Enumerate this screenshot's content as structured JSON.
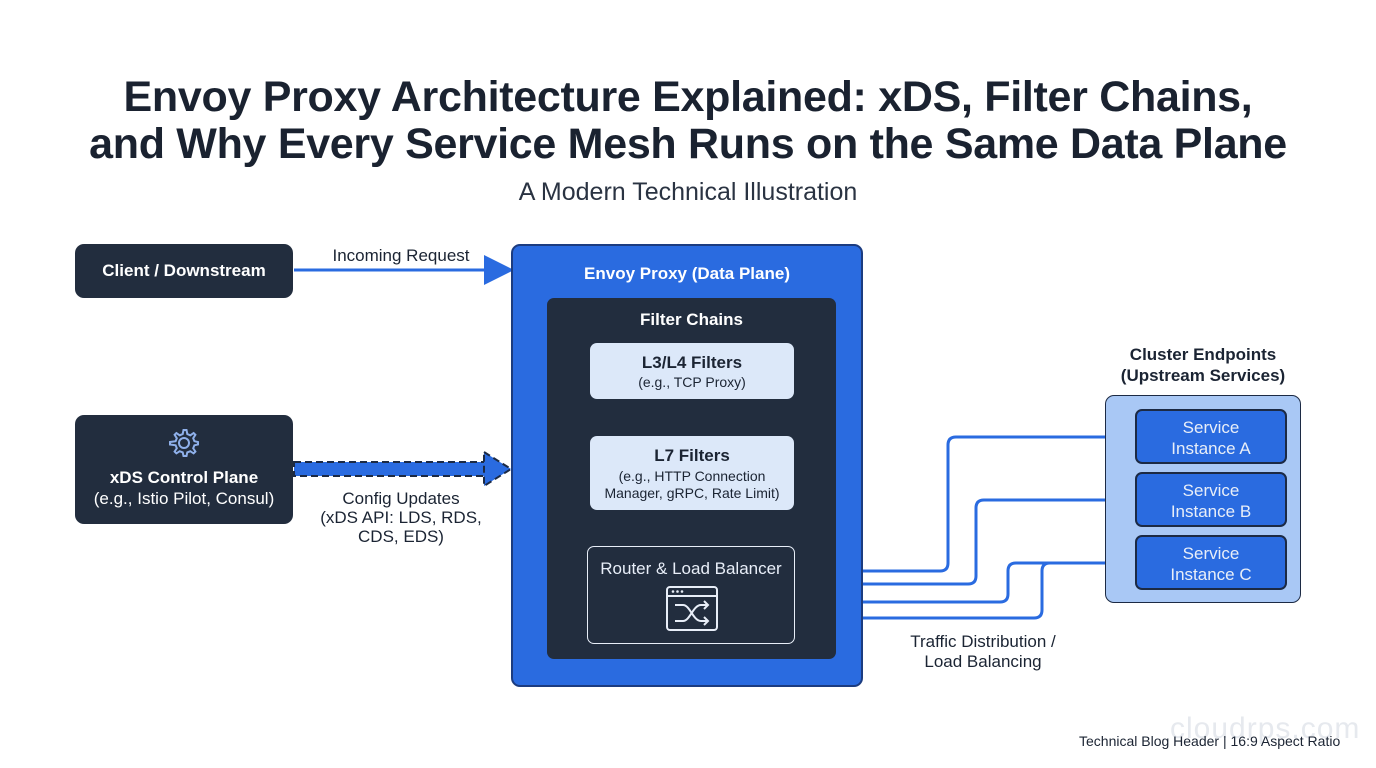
{
  "title_line1": "Envoy Proxy Architecture Explained: xDS, Filter Chains,",
  "title_line2": "and Why Every Service Mesh Runs on the Same Data Plane",
  "subtitle": "A Modern Technical Illustration",
  "client": {
    "label": "Client / Downstream"
  },
  "incoming_label": "Incoming Request",
  "xds": {
    "title": "xDS Control Plane",
    "subtitle": "(e.g., Istio Pilot, Consul)",
    "icon": "gear-icon"
  },
  "config_label": [
    "Config Updates",
    "(xDS API: LDS, RDS,",
    "CDS, EDS)"
  ],
  "envoy": {
    "title": "Envoy Proxy (Data Plane)",
    "filter_chains": {
      "title": "Filter Chains",
      "l34": {
        "title": "L3/L4 Filters",
        "detail": "(e.g., TCP Proxy)"
      },
      "l7": {
        "title": "L7 Filters",
        "detail_line1": "(e.g., HTTP Connection",
        "detail_line2": "Manager, gRPC, Rate Limit)"
      }
    },
    "router": {
      "label": "Router & Load Balancer",
      "icon": "shuffle-icon"
    }
  },
  "traffic_label": [
    "Traffic Distribution /",
    "Load Balancing"
  ],
  "cluster": {
    "title_line1": "Cluster Endpoints",
    "title_line2": "(Upstream Services)",
    "services": [
      {
        "line1": "Service",
        "line2": "Instance A"
      },
      {
        "line1": "Service",
        "line2": "Instance B"
      },
      {
        "line1": "Service",
        "line2": "Instance C"
      }
    ]
  },
  "watermark": "cloudrps.com",
  "footer": "Technical Blog Header | 16:9 Aspect Ratio",
  "colors": {
    "accent": "#2a6be0",
    "dark": "#222d3e",
    "light": "#dce8f9",
    "cluster": "#a9c8f5"
  }
}
